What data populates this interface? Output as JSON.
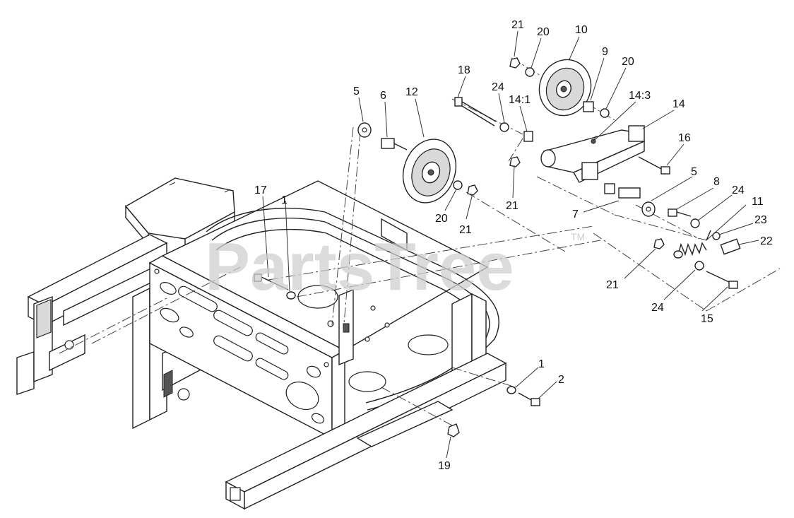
{
  "watermark": {
    "text": "PartsTree",
    "trademark": "TM"
  },
  "callouts": [
    {
      "id": "c-21a",
      "label": "21"
    },
    {
      "id": "c-20a",
      "label": "20"
    },
    {
      "id": "c-10",
      "label": "10"
    },
    {
      "id": "c-9",
      "label": "9"
    },
    {
      "id": "c-20b",
      "label": "20"
    },
    {
      "id": "c-18",
      "label": "18"
    },
    {
      "id": "c-24a",
      "label": "24"
    },
    {
      "id": "c-14-1",
      "label": "14:1"
    },
    {
      "id": "c-14-3",
      "label": "14:3"
    },
    {
      "id": "c-14",
      "label": "14"
    },
    {
      "id": "c-5a",
      "label": "5"
    },
    {
      "id": "c-6",
      "label": "6"
    },
    {
      "id": "c-12",
      "label": "12"
    },
    {
      "id": "c-16",
      "label": "16"
    },
    {
      "id": "c-5b",
      "label": "5"
    },
    {
      "id": "c-8",
      "label": "8"
    },
    {
      "id": "c-24b",
      "label": "24"
    },
    {
      "id": "c-11",
      "label": "11"
    },
    {
      "id": "c-23",
      "label": "23"
    },
    {
      "id": "c-22",
      "label": "22"
    },
    {
      "id": "c-17",
      "label": "17"
    },
    {
      "id": "c-1a",
      "label": "1"
    },
    {
      "id": "c-21b",
      "label": "21"
    },
    {
      "id": "c-20c",
      "label": "20"
    },
    {
      "id": "c-21c",
      "label": "21"
    },
    {
      "id": "c-7",
      "label": "7"
    },
    {
      "id": "c-21d",
      "label": "21"
    },
    {
      "id": "c-24c",
      "label": "24"
    },
    {
      "id": "c-15",
      "label": "15"
    },
    {
      "id": "c-1b",
      "label": "1"
    },
    {
      "id": "c-2",
      "label": "2"
    },
    {
      "id": "c-19",
      "label": "19"
    }
  ]
}
